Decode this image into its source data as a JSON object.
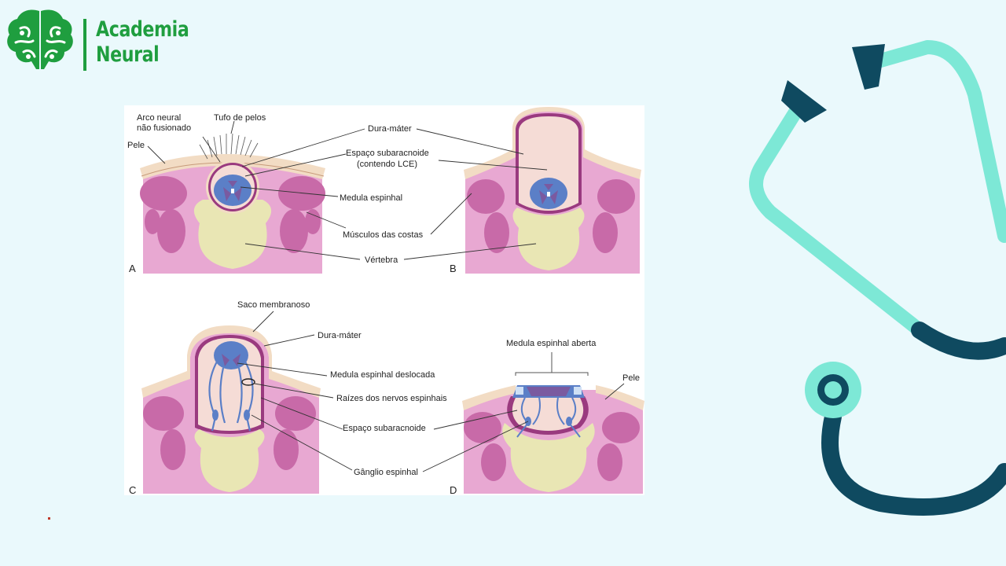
{
  "brand": {
    "line1": "Academia",
    "line2": "Neural",
    "icon": "brain-icon",
    "color": "#1f9e3f"
  },
  "figure": {
    "panels": [
      "A",
      "B",
      "C",
      "D"
    ],
    "labels": {
      "arco1": "Arco neural",
      "arco2": "não fusionado",
      "tufo": "Tufo de pelos",
      "pele": "Pele",
      "dura": "Dura-máter",
      "espaco1": "Espaço subaracnoide",
      "espaco2": "(contendo LCE)",
      "medula": "Medula espinhal",
      "musculos": "Músculos das costas",
      "vertebra": "Vértebra",
      "saco": "Saco membranoso",
      "duraC": "Dura-máter",
      "medulaDesloc": "Medula espinhal deslocada",
      "raizes": "Raízes dos nervos espinhais",
      "espacoC": "Espaço subaracnoide",
      "ganglio": "Gânglio espinhal",
      "medulaAberta": "Medula espinhal aberta",
      "peleD": "Pele"
    },
    "colors": {
      "skin": "#f2dcc4",
      "muscle": "#c86aa8",
      "muscleBg": "#e8a8d2",
      "bone": "#e9e6b4",
      "dura": "#9a3a7f",
      "csf": "#f5dcd6",
      "cord": "#5b7fc7",
      "grey": "#7a5aa0"
    }
  },
  "decor": {
    "stethoscope": "stethoscope-icon",
    "light": "#7de8d6",
    "dark": "#0f4a60"
  }
}
